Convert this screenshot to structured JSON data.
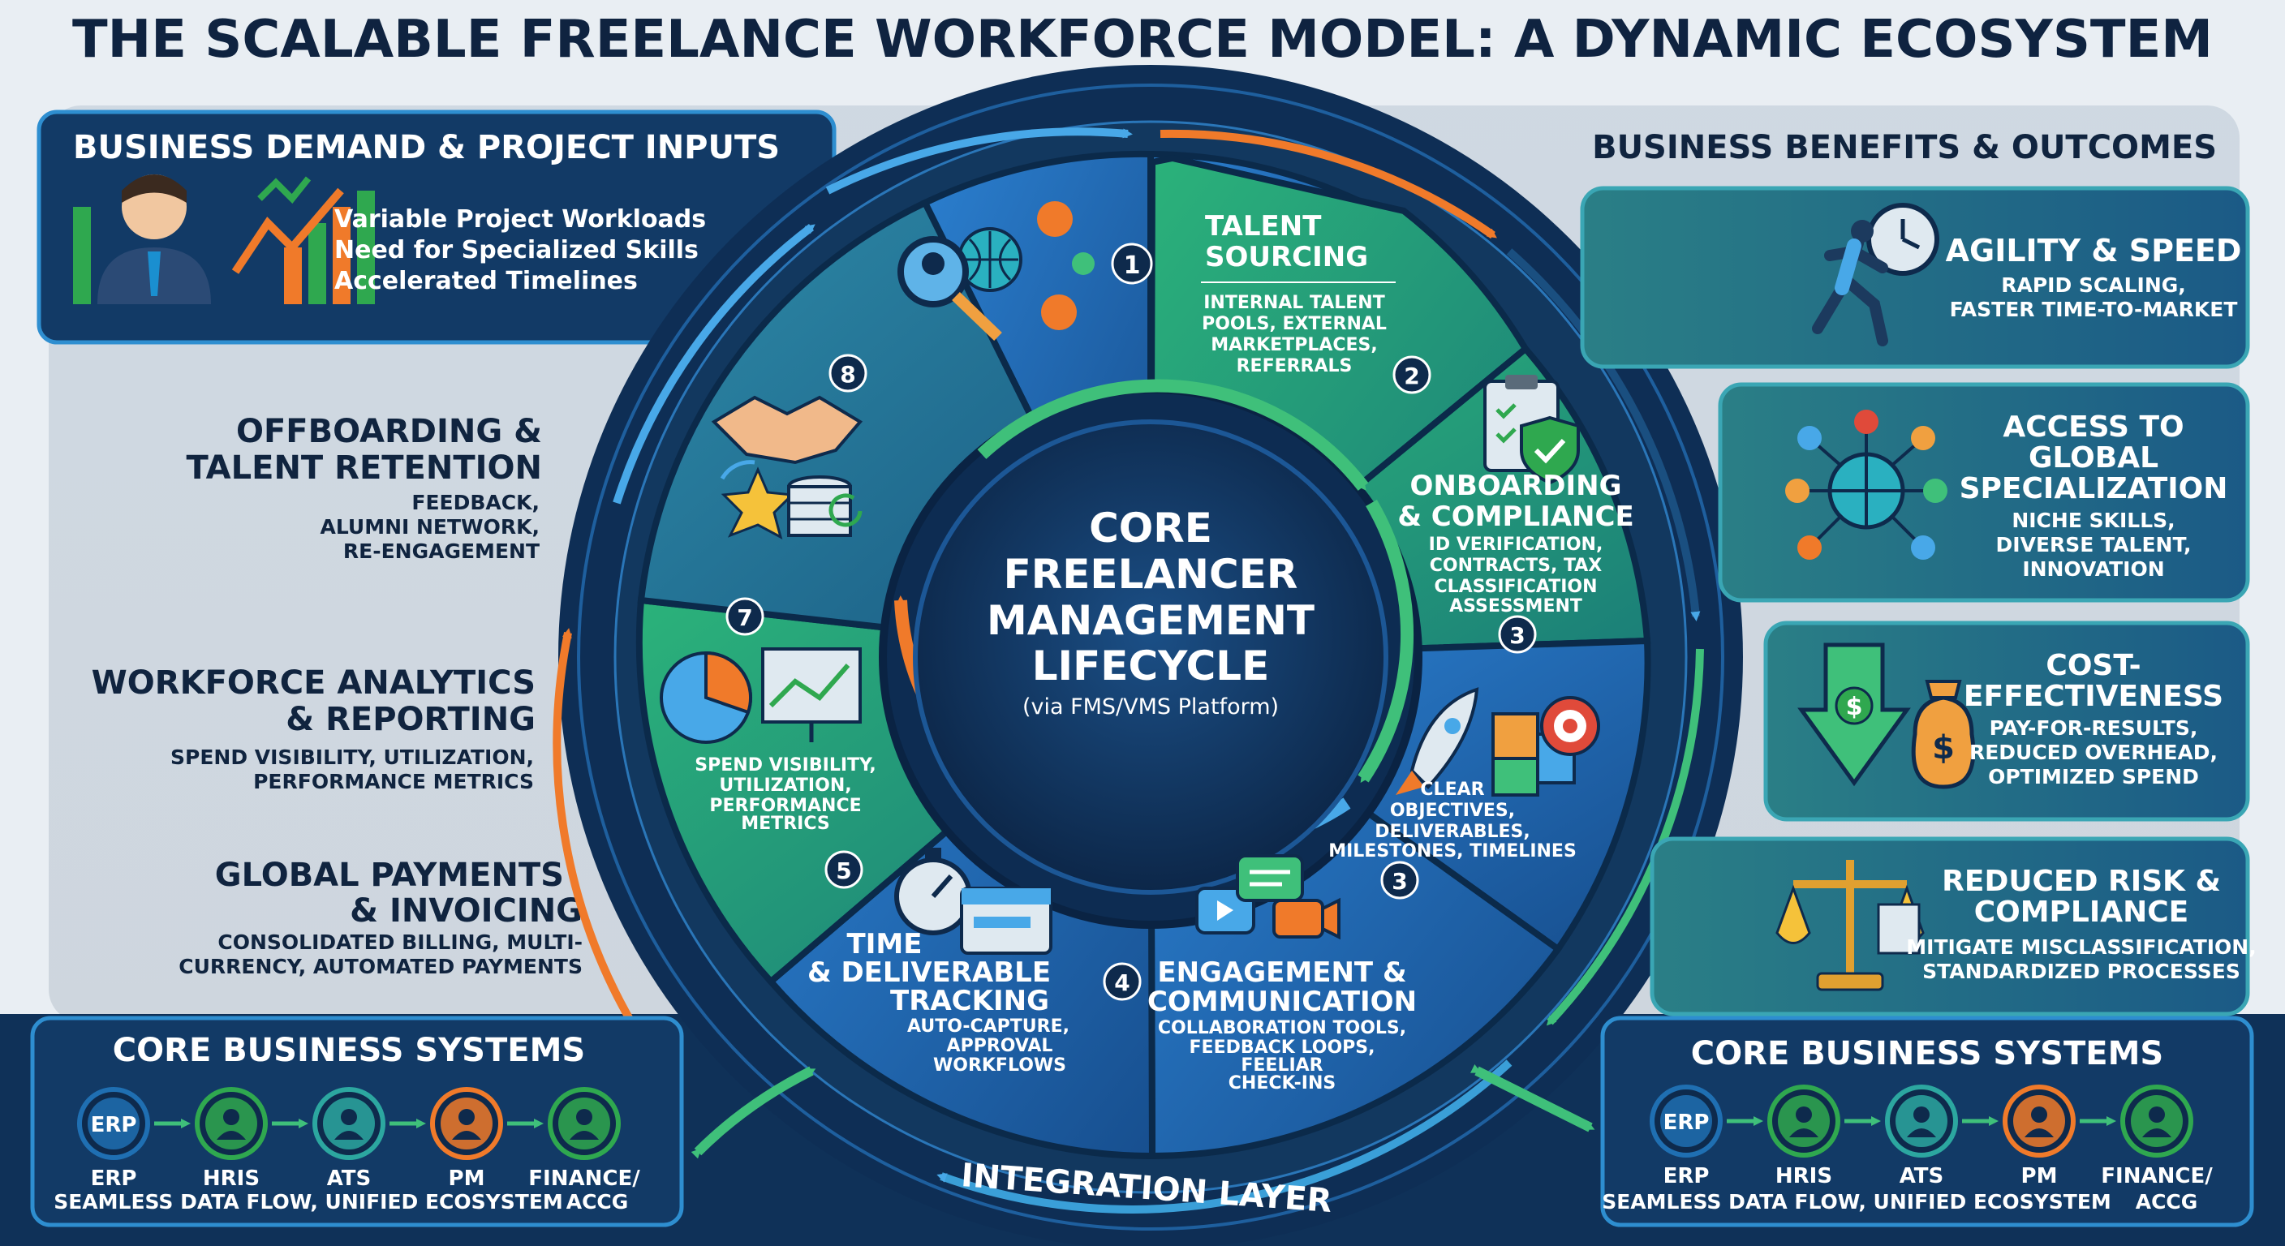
{
  "title": "THE SCALABLE FREELANCE WORKFORCE MODEL: A DYNAMIC ECOSYSTEM",
  "inputs": {
    "heading": "BUSINESS DEMAND & PROJECT INPUTS",
    "lines": [
      "Variable Project Workloads",
      "Need for Specialized Skills",
      "Accelerated Timelines"
    ]
  },
  "left_labels": [
    {
      "title": [
        "OFFBOARDING &",
        "TALENT RETENTION"
      ],
      "sub": [
        "FEEDBACK,",
        "ALUMNI NETWORK,",
        "RE-ENGAGEMENT"
      ]
    },
    {
      "title": [
        "WORKFORCE ANALYTICS",
        "& REPORTING"
      ],
      "sub": [
        "SPEND VISIBILITY, UTILIZATION,",
        "PERFORMANCE METRICS"
      ]
    },
    {
      "title": [
        "GLOBAL PAYMENTS",
        "& INVOICING"
      ],
      "sub": [
        "CONSOLIDATED BILLING, MULTI-",
        "CURRENCY, AUTOMATED PAYMENTS"
      ]
    }
  ],
  "core": {
    "lines": [
      "CORE",
      "FREELANCER",
      "MANAGEMENT",
      "LIFECYCLE"
    ],
    "sub": "(via FMS/VMS Platform)"
  },
  "segments": [
    {
      "num": "1",
      "title": [],
      "sub": []
    },
    {
      "num": "2",
      "title": [
        "TALENT",
        "SOURCING"
      ],
      "sub": [
        "INTERNAL TALENT",
        "POOLS, EXTERNAL",
        "MARKETPLACES,",
        "REFERRALS"
      ]
    },
    {
      "num": "3",
      "title": [
        "ONBOARDING",
        "& COMPLIANCE"
      ],
      "sub": [
        "ID VERIFICATION,",
        "CONTRACTS, TAX",
        "CLASSIFICATION",
        "ASSESSMENT"
      ]
    },
    {
      "num": "3",
      "title": [],
      "sub": [
        "CLEAR",
        "OBJECTIVES,",
        "DELIVERABLES,",
        "MILESTONES, TIMELINES"
      ]
    },
    {
      "num": "4",
      "title": [
        "ENGAGEMENT &",
        "COMMUNICATION"
      ],
      "sub": [
        "COLLABORATION TOOLS,",
        "FEEDBACK LOOPS,",
        "FEELIAR",
        "CHECK-INS"
      ]
    },
    {
      "num": "5",
      "title": [
        "TIME",
        "& DELIVERABLE",
        "TRACKING"
      ],
      "sub": [
        "AUTO-CAPTURE,",
        "APPROVAL",
        "WORKFLOWS"
      ]
    },
    {
      "num": "7",
      "title": [],
      "sub": [
        "SPEND VISIBILITY,",
        "UTILIZATION,",
        "PERFORMANCE",
        "METRICS"
      ]
    },
    {
      "num": "8",
      "title": [],
      "sub": []
    }
  ],
  "benefits": {
    "heading": "BUSINESS BENEFITS & OUTCOMES",
    "items": [
      {
        "title": [
          "AGILITY & SPEED"
        ],
        "sub": [
          "RAPID SCALING,",
          "FASTER TIME-TO-MARKET"
        ],
        "icon": "runner-clock-icon"
      },
      {
        "title": [
          "ACCESS TO",
          "GLOBAL",
          "SPECIALIZATION"
        ],
        "sub": [
          "NICHE SKILLS,",
          "DIVERSE TALENT,",
          "INNOVATION"
        ],
        "icon": "globe-network-icon"
      },
      {
        "title": [
          "COST-",
          "EFFECTIVENESS"
        ],
        "sub": [
          "PAY-FOR-RESULTS,",
          "REDUCED OVERHEAD,",
          "OPTIMIZED SPEND"
        ],
        "icon": "money-bag-icon"
      },
      {
        "title": [
          "REDUCED RISK &",
          "COMPLIANCE"
        ],
        "sub": [
          "MITIGATE MISCLASSIFICATION,",
          "STANDARDIZED PROCESSES"
        ],
        "icon": "scales-icon"
      }
    ]
  },
  "systems_left": {
    "heading": "CORE BUSINESS SYSTEMS",
    "items": [
      {
        "label": "ERP",
        "badge": "ERP"
      },
      {
        "label": "HRIS",
        "badge": ""
      },
      {
        "label": "ATS",
        "badge": ""
      },
      {
        "label": "PM",
        "badge": ""
      },
      {
        "label": "FINANCE/",
        "badge": ""
      }
    ],
    "footer_a": "SEAMLESS DATA FLOW, UNIFIED ECOSYSTEM",
    "footer_b": "ACCG"
  },
  "systems_right": {
    "heading": "CORE BUSINESS SYSTEMS",
    "items": [
      {
        "label": "ERP",
        "badge": "ERP"
      },
      {
        "label": "HRIS",
        "badge": ""
      },
      {
        "label": "ATS",
        "badge": ""
      },
      {
        "label": "PM",
        "badge": ""
      },
      {
        "label": "FINANCE/",
        "badge": ""
      }
    ],
    "footer_a": "SEAMLESS DATA FLOW, UNIFIED ECOSYSTEM",
    "footer_b": "ACCG"
  },
  "integration_label": "INTEGRATION LAYER",
  "colors": {
    "navy": "#0e2a4c",
    "mid_blue": "#1f6fb2",
    "green": "#3fc07a",
    "teal": "#2ca7a0",
    "orange": "#f07a2a",
    "title": "#0f2340"
  }
}
